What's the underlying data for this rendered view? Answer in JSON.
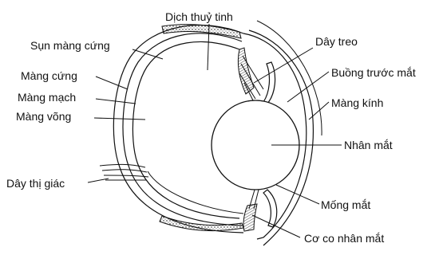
{
  "diagram": {
    "labels": {
      "dich_thuy_tinh": "Dịch thuỷ tinh",
      "sun_mang_cung": "Sụn màng cứng",
      "mang_cung": "Màng cứng",
      "mang_mach": "Màng mạch",
      "mang_vong": "Màng võng",
      "day_thi_giac": "Dây thị giác",
      "day_treo": "Dây treo",
      "buong_truoc_mat": "Buồng trước mắt",
      "mang_kinh": "Màng kính",
      "nhan_mat": "Nhân mắt",
      "mong_mat": "Mống mắt",
      "co_co_nhan_mat": "Cơ co nhân mắt"
    },
    "colors": {
      "ink": "#111111",
      "background": "#ffffff"
    }
  }
}
